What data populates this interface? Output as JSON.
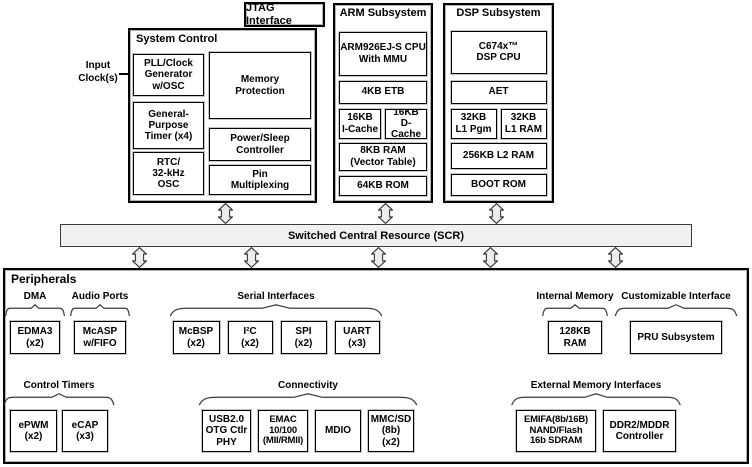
{
  "labels": {
    "input_clock": "Input\nClock(s)"
  },
  "jtag": {
    "title": "JTAG Interface"
  },
  "system_control": {
    "title": "System Control",
    "pll": "PLL/Clock\nGenerator\nw/OSC",
    "gp_timer": "General-\nPurpose\nTimer (x4)",
    "rtc": "RTC/\n32-kHz\nOSC",
    "memory_protection": "Memory\nProtection",
    "power_sleep": "Power/Sleep\nController",
    "pin_mux": "Pin\nMultiplexing"
  },
  "arm": {
    "title": "ARM Subsystem",
    "cpu": "ARM926EJ-S CPU\nWith MMU",
    "etb": "4KB ETB",
    "icache": "16KB\nI-Cache",
    "dcache": "16KB\nD-Cache",
    "ram": "8KB RAM\n(Vector Table)",
    "rom": "64KB ROM"
  },
  "dsp": {
    "title": "DSP Subsystem",
    "cpu": "C674x™\nDSP CPU",
    "aet": "AET",
    "l1pgm": "32KB\nL1 Pgm",
    "l1ram": "32KB\nL1 RAM",
    "l2ram": "256KB L2 RAM",
    "bootrom": "BOOT ROM"
  },
  "scr": {
    "label": "Switched Central Resource (SCR)"
  },
  "peripherals": {
    "title": "Peripherals",
    "groups": {
      "dma": {
        "label": "DMA",
        "boxes": [
          "EDMA3\n(x2)"
        ]
      },
      "audio": {
        "label": "Audio Ports",
        "boxes": [
          "McASP\nw/FIFO"
        ]
      },
      "serial": {
        "label": "Serial Interfaces",
        "boxes": [
          "McBSP\n(x2)",
          "I²C\n(x2)",
          "SPI\n(x2)",
          "UART\n(x3)"
        ]
      },
      "internal_memory": {
        "label": "Internal Memory",
        "boxes": [
          "128KB\nRAM"
        ]
      },
      "customizable": {
        "label": "Customizable Interface",
        "boxes": [
          "PRU Subsystem"
        ]
      },
      "control_timers": {
        "label": "Control Timers",
        "boxes": [
          "ePWM\n(x2)",
          "eCAP\n(x3)"
        ]
      },
      "connectivity": {
        "label": "Connectivity",
        "boxes": [
          "USB2.0\nOTG Ctlr\nPHY",
          "EMAC\n10/100\n(MII/RMII)",
          "MDIO",
          "MMC/SD\n(8b)\n(x2)"
        ]
      },
      "external_memory": {
        "label": "External Memory Interfaces",
        "boxes": [
          "EMIFA(8b/16B)\nNAND/Flash\n16b SDRAM",
          "DDR2/MDDR\nController"
        ]
      }
    }
  },
  "colors": {
    "scr_fill": "#f1f1f1",
    "connector_fill": "#ececec",
    "line": "#000000"
  }
}
